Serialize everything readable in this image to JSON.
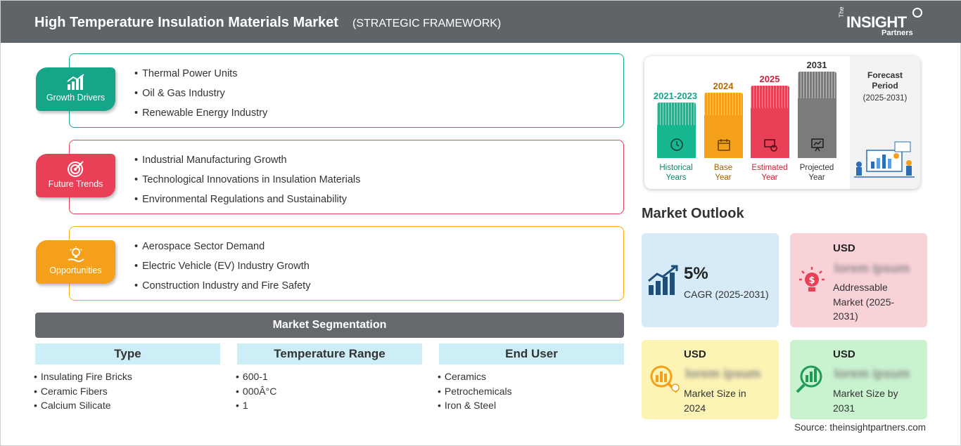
{
  "header": {
    "title": "High Temperature Insulation Materials Market",
    "subtitle": "(STRATEGIC FRAMEWORK)",
    "logo": {
      "the": "The",
      "main": "INSIGHT",
      "partners": "Partners"
    }
  },
  "framework": {
    "growth_drivers": {
      "label": "Growth Drivers",
      "color": "#17a589",
      "items": [
        "Thermal Power Units",
        "Oil & Gas Industry",
        "Renewable Energy Industry"
      ]
    },
    "future_trends": {
      "label": "Future Trends",
      "color": "#e94057",
      "items": [
        "Industrial Manufacturing Growth",
        "Technological Innovations in Insulation Materials",
        "Environmental Regulations and Sustainability"
      ]
    },
    "opportunities": {
      "label": "Opportunities",
      "color": "#f5a01a",
      "items": [
        "Aerospace Sector Demand",
        "Electric Vehicle (EV) Industry Growth",
        "Construction Industry and Fire Safety"
      ]
    }
  },
  "segmentation": {
    "title": "Market Segmentation",
    "columns": [
      {
        "heading": "Type",
        "items": [
          "Insulating Fire Bricks",
          "Ceramic Fibers",
          "Calcium Silicate"
        ]
      },
      {
        "heading": "Temperature Range",
        "items": [
          "600-1",
          "000Â°C",
          "1"
        ]
      },
      {
        "heading": "End User",
        "items": [
          "Ceramics",
          "Petrochemicals",
          "Iron & Steel"
        ]
      }
    ]
  },
  "timeline": {
    "historical": {
      "year": "2021-2023",
      "label1": "Historical",
      "label2": "Years",
      "color": "#17b890"
    },
    "base": {
      "year": "2024",
      "label1": "Base",
      "label2": "Year",
      "color": "#f5a01a"
    },
    "estimated": {
      "year": "2025",
      "label1": "Estimated",
      "label2": "Year",
      "color": "#e94057"
    },
    "projected": {
      "year": "2031",
      "label1": "Projected",
      "label2": "Year",
      "color": "#7b7b7b"
    },
    "forecast_title": "Forecast Period",
    "forecast_period": "(2025-2031)"
  },
  "outlook": {
    "title": "Market Outlook",
    "cagr": {
      "value": "5%",
      "label": "CAGR (2025-2031)",
      "bg": "#d6eaf8"
    },
    "addressable": {
      "currency": "USD",
      "value": "lorem ipsum",
      "label": "Addressable Market (2025-2031)",
      "bg": "#f9d2d8"
    },
    "size_2024": {
      "currency": "USD",
      "value": "lorem ipsum",
      "label": "Market Size in 2024",
      "bg": "#fcf3b5"
    },
    "size_2031": {
      "currency": "USD",
      "value": "lorem ipsum",
      "label": "Market Size by 2031",
      "bg": "#c9f2cf"
    }
  },
  "source": "Source: theinsightpartners.com"
}
